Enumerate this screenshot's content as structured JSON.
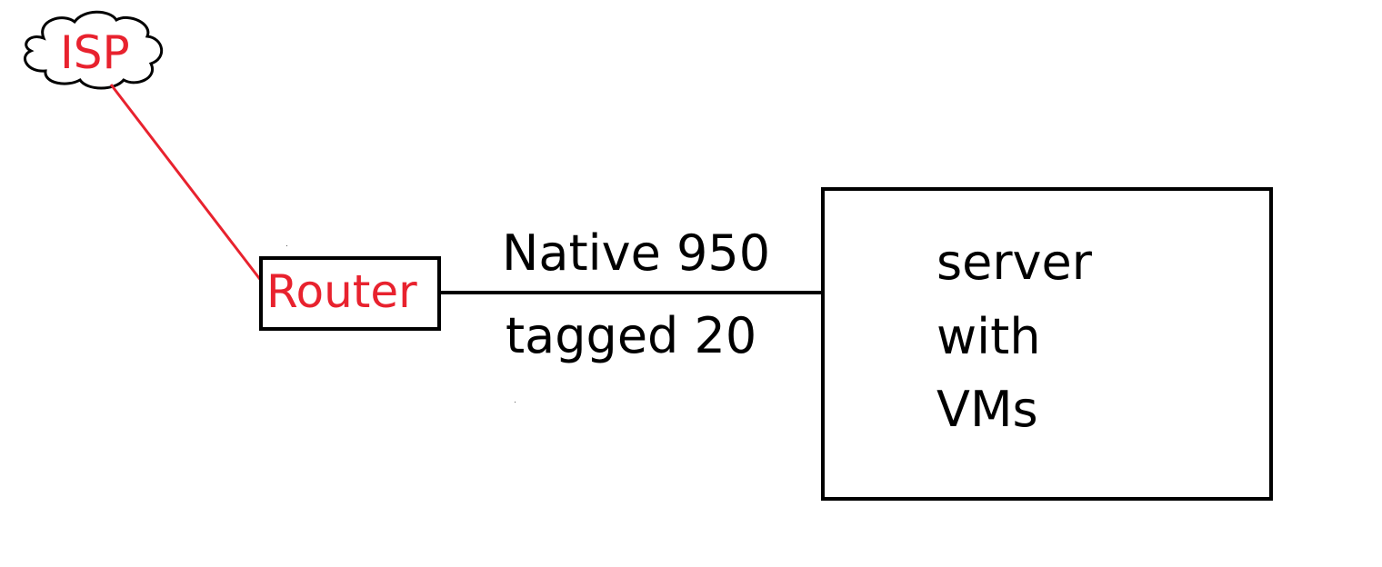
{
  "nodes": {
    "isp": {
      "label": "ISP",
      "shape": "cloud"
    },
    "router": {
      "label": "Router",
      "shape": "rectangle"
    },
    "server": {
      "lines": [
        "server",
        "with",
        "VMs"
      ],
      "shape": "rectangle"
    }
  },
  "links": {
    "isp_router": {
      "color": "#e8222e"
    },
    "router_server": {
      "color": "#000000",
      "label_top": "Native 950",
      "label_bottom": "tagged 20"
    }
  },
  "colors": {
    "accent_red": "#e8222e",
    "line_black": "#000000",
    "background": "#ffffff"
  }
}
